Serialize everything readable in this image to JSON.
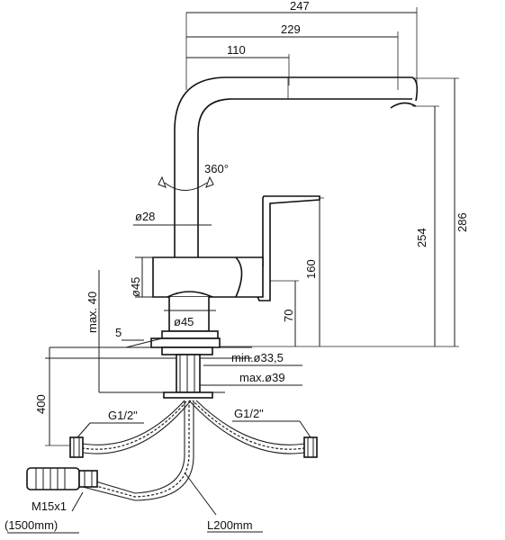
{
  "dimensions": {
    "d247": "247",
    "d229": "229",
    "d110": "110",
    "d286": "286",
    "d254": "254",
    "d160": "160",
    "d70": "70",
    "d400": "400",
    "rotation": "360°",
    "dia28": "ø28",
    "dia45_body": "ø45",
    "dia45_base": "ø45",
    "max40": "max. 40",
    "d5": "5",
    "min335": "min.ø33,5",
    "max39": "max.ø39"
  },
  "connections": {
    "left_thread": "G1/2\"",
    "right_thread": "G1/2\"",
    "spray_thread": "M15x1",
    "spray_length": "(1500mm)",
    "hose_length": "L200mm"
  }
}
